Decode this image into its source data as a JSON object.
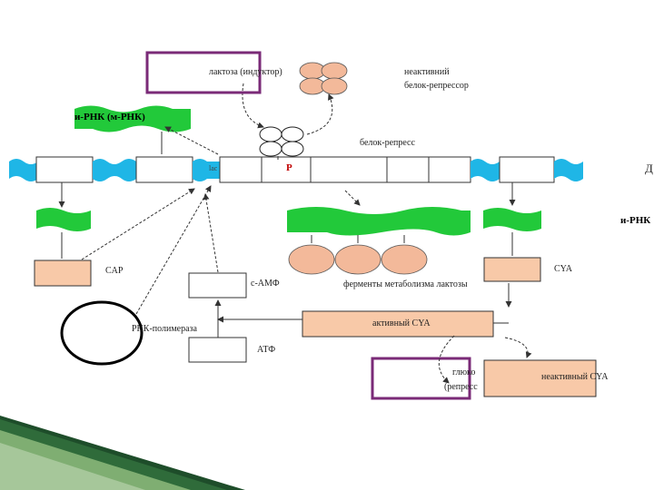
{
  "colors": {
    "dna_blue": "#1fb6e6",
    "mrna_green": "#22c93a",
    "protein_box": "#f8c9a8",
    "repressor_oval": "#f3b99a",
    "highlight_purple": "#7a2a77",
    "corner_dark": "#1e4d2a",
    "corner_light": "#a6c79a"
  },
  "labels": {
    "lactose_inducer": "лактоза (индуктор)",
    "inactive_repressor_1": "неактивний",
    "inactive_repressor_2": "белок-репрессор",
    "mrna_title": "и-РНК (м-РНК)",
    "repressor_protein": "белок-репресс",
    "operator_letter": "P",
    "lac_small": "lac",
    "right_edge_letter": "Д",
    "mrna_right": "и-РНК",
    "cap": "CAP",
    "camp": "с-АМФ",
    "lactose_enzymes": "ферменты метаболизма лактозы",
    "cya_top": "CYA",
    "rna_polymerase": "РНК-полимераза",
    "active_cya": "активный CYA",
    "atf": "АТФ",
    "glucose_1": "глюко",
    "glucose_2": "(репресс",
    "inactive_cya": "неактивный CYA"
  }
}
